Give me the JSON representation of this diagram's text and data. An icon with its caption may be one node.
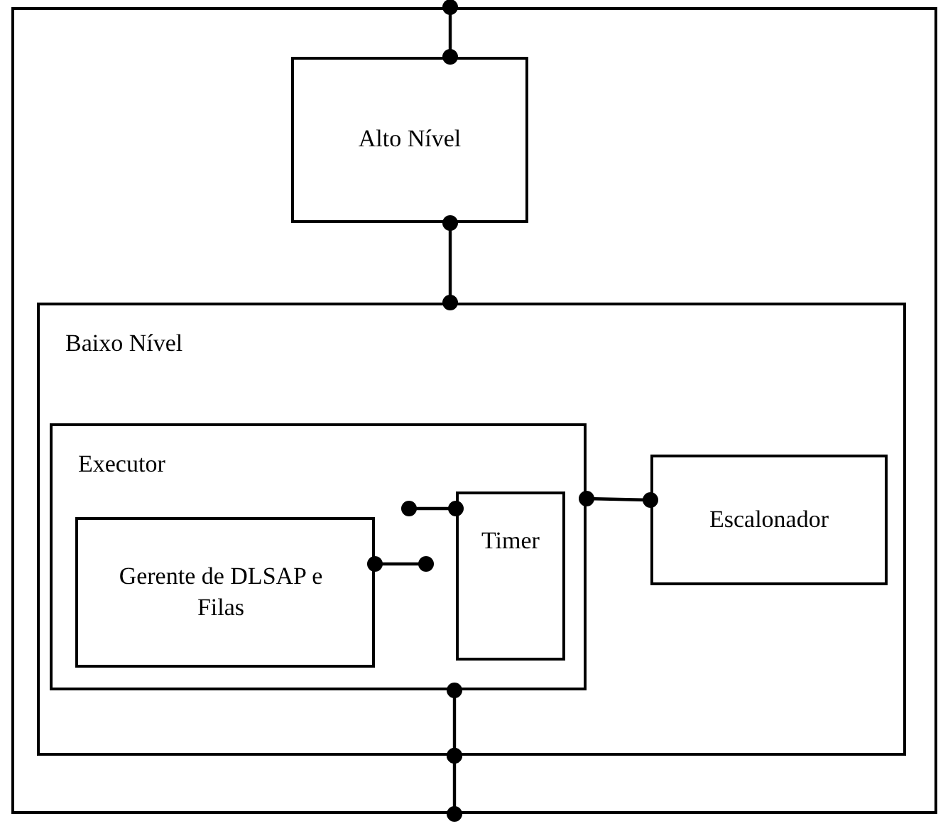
{
  "diagram": {
    "nodes": [
      {
        "text": [],
        "shape": "box"
      },
      {
        "text": [
          "Alto Nível"
        ],
        "in": 0
      },
      {
        "text": [
          "Baixo Nível"
        ],
        "in": 0
      },
      {
        "text": [
          "Executor"
        ],
        "in": 2
      },
      {
        "text": [
          "Gerente de DLSAP e Filas"
        ],
        "in": 3
      },
      {
        "text": [
          "Timer"
        ],
        "in": 3
      },
      {
        "text": [
          "Escalonador"
        ],
        "in": 2
      }
    ],
    "edges": [
      {
        "from": 0,
        "to": 1,
        "arrow": "other"
      },
      {
        "from": 1,
        "to": 2,
        "arrow": "other"
      },
      {
        "from": 4,
        "to": 5,
        "arrow": "other"
      },
      {
        "from": 4,
        "to": 5,
        "arrow": "other"
      },
      {
        "from": 3,
        "to": 6,
        "arrow": "other"
      },
      {
        "from": 3,
        "to": 2,
        "arrow": "other"
      },
      {
        "from": 2,
        "to": 0,
        "arrow": "other"
      }
    ]
  }
}
